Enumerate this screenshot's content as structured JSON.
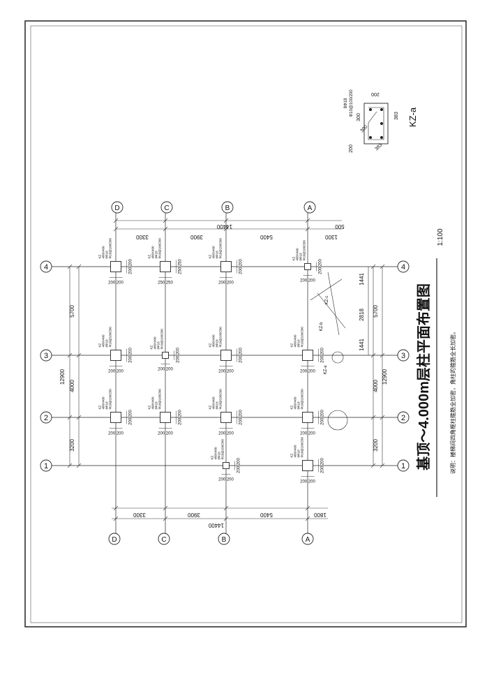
{
  "drawing": {
    "title": "基顶～4.000m层柱平面布置图",
    "scale": "1:100",
    "note": "说明：楼梯间四角框柱箍筋全加密，角柱的箍筋全长加密。"
  },
  "axes": {
    "numbered": [
      "1",
      "2",
      "3",
      "4"
    ],
    "lettered": [
      "A",
      "B",
      "C",
      "D"
    ]
  },
  "dimensions": {
    "numbered_spans": [
      "3200",
      "4000",
      "5700"
    ],
    "numbered_total": "12900",
    "lettered_spans": [
      "5400",
      "3900",
      "3300"
    ],
    "lettered_total": "14400",
    "stair_spans": [
      "1441",
      "2818",
      "1441"
    ],
    "ends": [
      "1800",
      "500",
      "1300"
    ]
  },
  "column_spec": {
    "name": "KZ",
    "section": "400X400",
    "bars": "8Φ18",
    "stirrups": "Φ10@100/200"
  },
  "column_offsets": {
    "standard": [
      "200",
      "200"
    ],
    "alt": [
      "250",
      "250"
    ]
  },
  "stair_labels": [
    "KZ-a",
    "KZ-b",
    "KZ-c"
  ],
  "detail": {
    "title": "KZ-a",
    "dims": [
      "300",
      "300",
      "383",
      "383",
      "200",
      "200"
    ],
    "bars": "8Φ18",
    "stirrups": "Φ10@100/200"
  }
}
